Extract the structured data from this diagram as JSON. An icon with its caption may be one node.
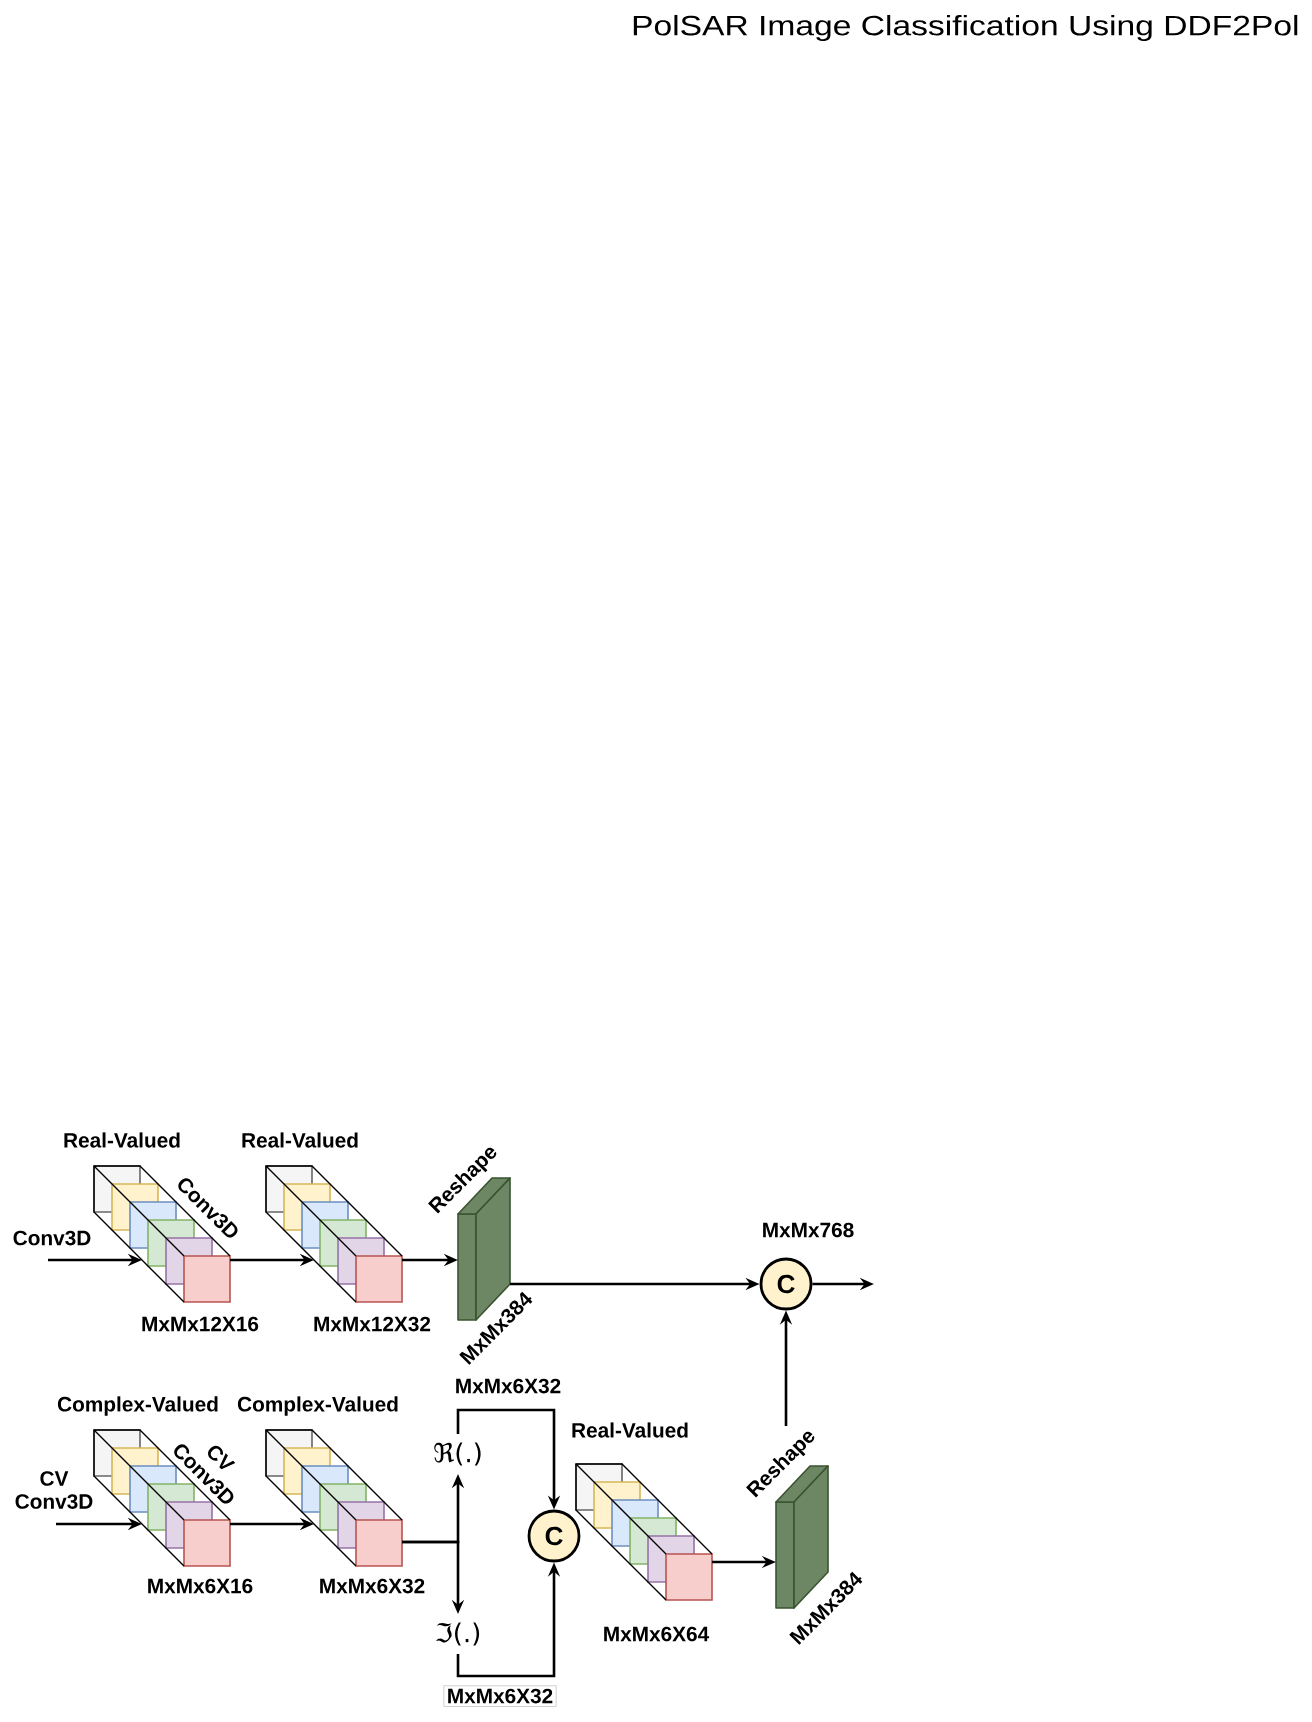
{
  "diagram": {
    "nodes": [
      {
        "text": [],
        "shape": "stack",
        "beside": [
          "Real-Valued",
          "MxMx12X16"
        ]
      },
      {
        "text": [],
        "shape": "stack",
        "beside": [
          "Real-Valued",
          "MxMx12X32"
        ]
      },
      {
        "text": [],
        "shape": "box",
        "beside": [
          "Reshape",
          "MxMx384"
        ]
      },
      {
        "text": [
          "C"
        ],
        "beside": [
          "MxMx768"
        ]
      },
      {
        "text": [],
        "shape": "stack",
        "beside": [
          "Complex-Valued",
          "MxMx6X16"
        ]
      },
      {
        "text": [],
        "shape": "stack",
        "beside": [
          "Complex-Valued",
          "MxMx6X32"
        ]
      },
      {
        "text": [
          "ℜ(.)"
        ]
      },
      {
        "text": [
          "ℑ(.)"
        ]
      },
      {
        "text": [
          "C"
        ]
      },
      {
        "text": [],
        "shape": "stack",
        "beside": [
          "Real-Valued",
          "MxMx6X64"
        ]
      },
      {
        "text": [],
        "shape": "box",
        "beside": [
          "Reshape",
          "MxMx384"
        ]
      }
    ],
    "edges": [
      {
        "from": null,
        "to": 0,
        "arrow": "to",
        "label": "Conv3D"
      },
      {
        "from": 0,
        "to": 1,
        "arrow": "to",
        "label": "Conv3D"
      },
      {
        "from": 1,
        "to": 2,
        "arrow": "to"
      },
      {
        "from": 2,
        "to": 3,
        "arrow": "to"
      },
      {
        "from": 3,
        "to": null,
        "arrow": "to"
      },
      {
        "from": null,
        "to": 4,
        "arrow": "to",
        "label": "CV Conv3D"
      },
      {
        "from": 4,
        "to": 5,
        "arrow": "to",
        "label": "CV Conv3D"
      },
      {
        "from": 5,
        "to": 6,
        "arrow": "to"
      },
      {
        "from": 5,
        "to": 7,
        "arrow": "to"
      },
      {
        "from": 6,
        "to": 8,
        "arrow": "to",
        "label": "MxMx6X32"
      },
      {
        "from": 7,
        "to": 8,
        "arrow": "to",
        "label": "MxMx6X32"
      },
      {
        "from": 9,
        "to": 10,
        "arrow": "to"
      },
      {
        "from": 10,
        "to": 3,
        "arrow": "to"
      }
    ],
    "labels": [
      "PolSAR Image Classification Using DDF2Pol"
    ]
  }
}
